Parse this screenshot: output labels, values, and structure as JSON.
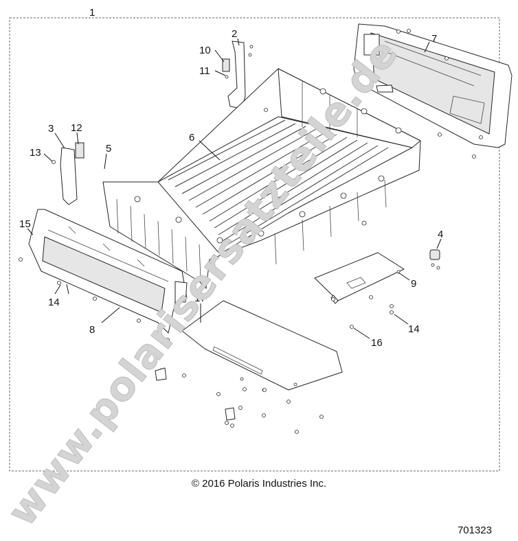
{
  "diagram": {
    "callouts": [
      {
        "id": "1",
        "label": "1"
      },
      {
        "id": "2",
        "label": "2"
      },
      {
        "id": "3",
        "label": "3"
      },
      {
        "id": "4",
        "label": "4"
      },
      {
        "id": "5",
        "label": "5"
      },
      {
        "id": "6",
        "label": "6"
      },
      {
        "id": "7",
        "label": "7"
      },
      {
        "id": "8",
        "label": "8"
      },
      {
        "id": "9",
        "label": "9"
      },
      {
        "id": "10",
        "label": "10"
      },
      {
        "id": "11",
        "label": "11"
      },
      {
        "id": "12",
        "label": "12"
      },
      {
        "id": "13",
        "label": "13"
      },
      {
        "id": "14a",
        "label": "14"
      },
      {
        "id": "14b",
        "label": "14"
      },
      {
        "id": "15",
        "label": "15"
      },
      {
        "id": "16",
        "label": "16"
      },
      {
        "id": "17",
        "label": "17"
      }
    ],
    "copyright": "© 2016 Polaris Industries Inc.",
    "document_number": "701323",
    "watermark": "www.polarisersatzteile.de"
  }
}
